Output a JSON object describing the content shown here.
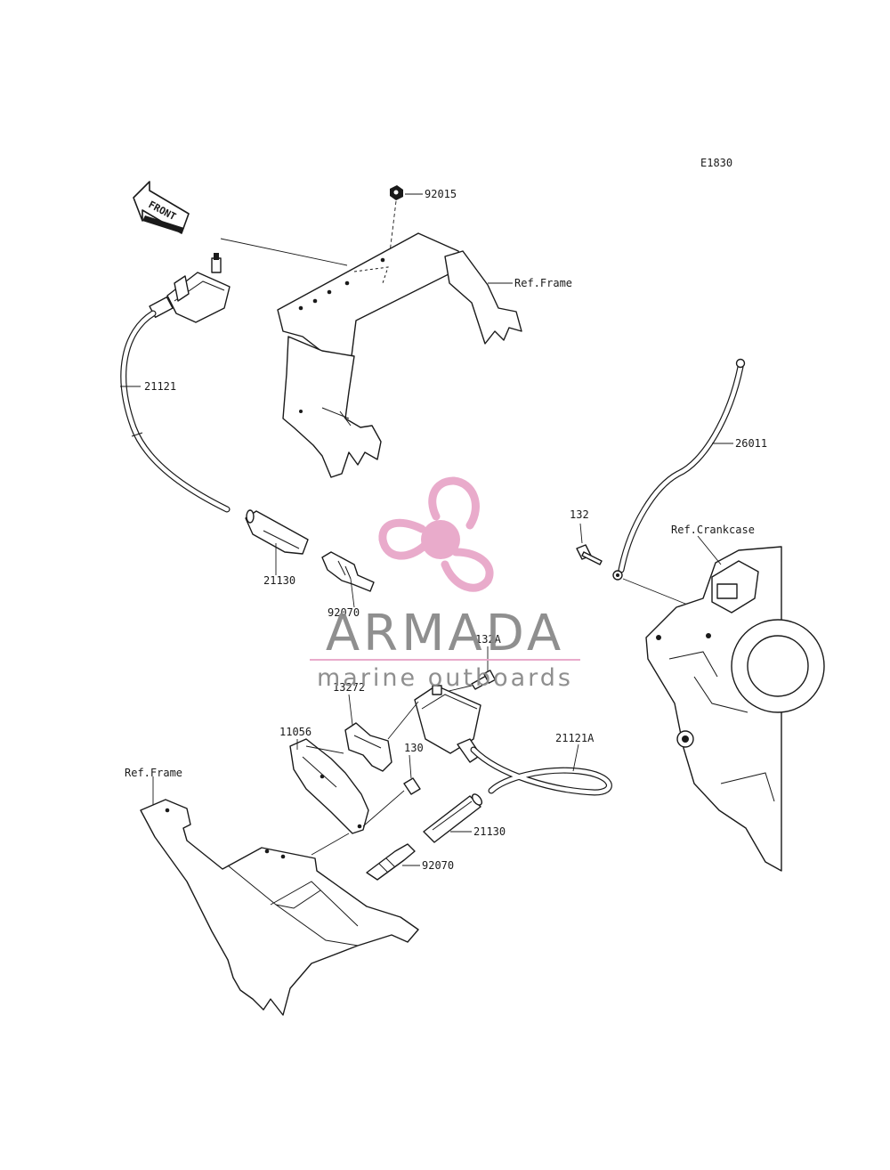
{
  "diagram": {
    "code": "E1830",
    "front_label": "FRONT",
    "labels": {
      "nut_92015": "92015",
      "frame_upper": "Ref.Frame",
      "cable_upper": "21121",
      "cap_upper": "21130",
      "plug_upper": "92070",
      "ground_cable": "26011",
      "bolt_132": "132",
      "crankcase": "Ref.Crankcase",
      "bolt_132a": "132A",
      "bracket_13272": "13272",
      "bracket_11056": "11056",
      "bolt_130": "130",
      "cable_lower": "21121A",
      "frame_lower": "Ref.Frame",
      "cap_lower": "21130",
      "plug_lower": "92070"
    }
  },
  "watermark": {
    "brand": "ARMADA",
    "tagline": "marine outboards",
    "logo_color": "#e8a7c9",
    "text_color": "#8a8a8a"
  }
}
